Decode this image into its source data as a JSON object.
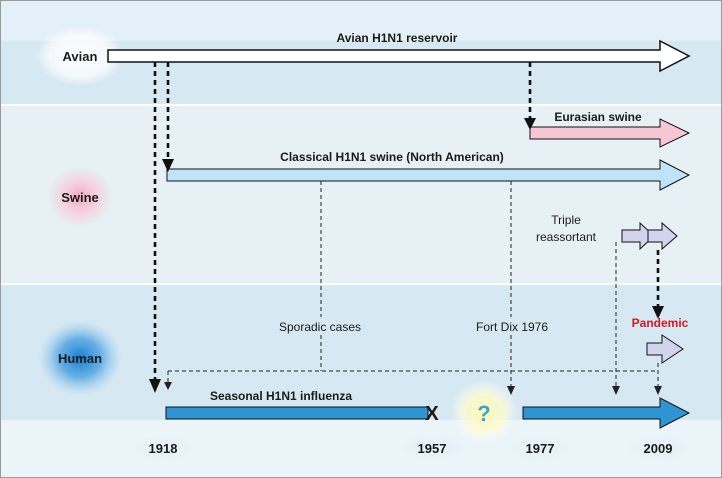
{
  "species": {
    "avian": "Avian",
    "swine": "Swine",
    "human": "Human"
  },
  "arrows": {
    "avian_reservoir": "Avian H1N1 reservoir",
    "eurasian_swine": "Eurasian swine",
    "classical_swine": "Classical H1N1 swine (North American)",
    "triple_reassortant_line1": "Triple",
    "triple_reassortant_line2": "reassortant",
    "seasonal": "Seasonal H1N1 influenza"
  },
  "annotations": {
    "sporadic": "Sporadic cases",
    "fort_dix": "Fort Dix 1976",
    "pandemic": "Pandemic",
    "unknown": "?",
    "extinction": "X"
  },
  "years": {
    "y1918": "1918",
    "y1957": "1957",
    "y1977": "1977",
    "y2009": "2009"
  },
  "colors": {
    "avian_band": "#d6e9f3",
    "swine_band": "#e5eff4",
    "human_band": "#d6e9f3",
    "frame": "#9a9a9a",
    "avian_arrow": "#ffffff",
    "eurasian_arrow": "#f7c6d3",
    "classical_arrow": "#bfe3f7",
    "seasonal_arrow": "#2e95d3",
    "reassortant_arrow": "#d2d3ec",
    "pandemic_text": "#e0141e",
    "question": "#3aa2d8"
  }
}
